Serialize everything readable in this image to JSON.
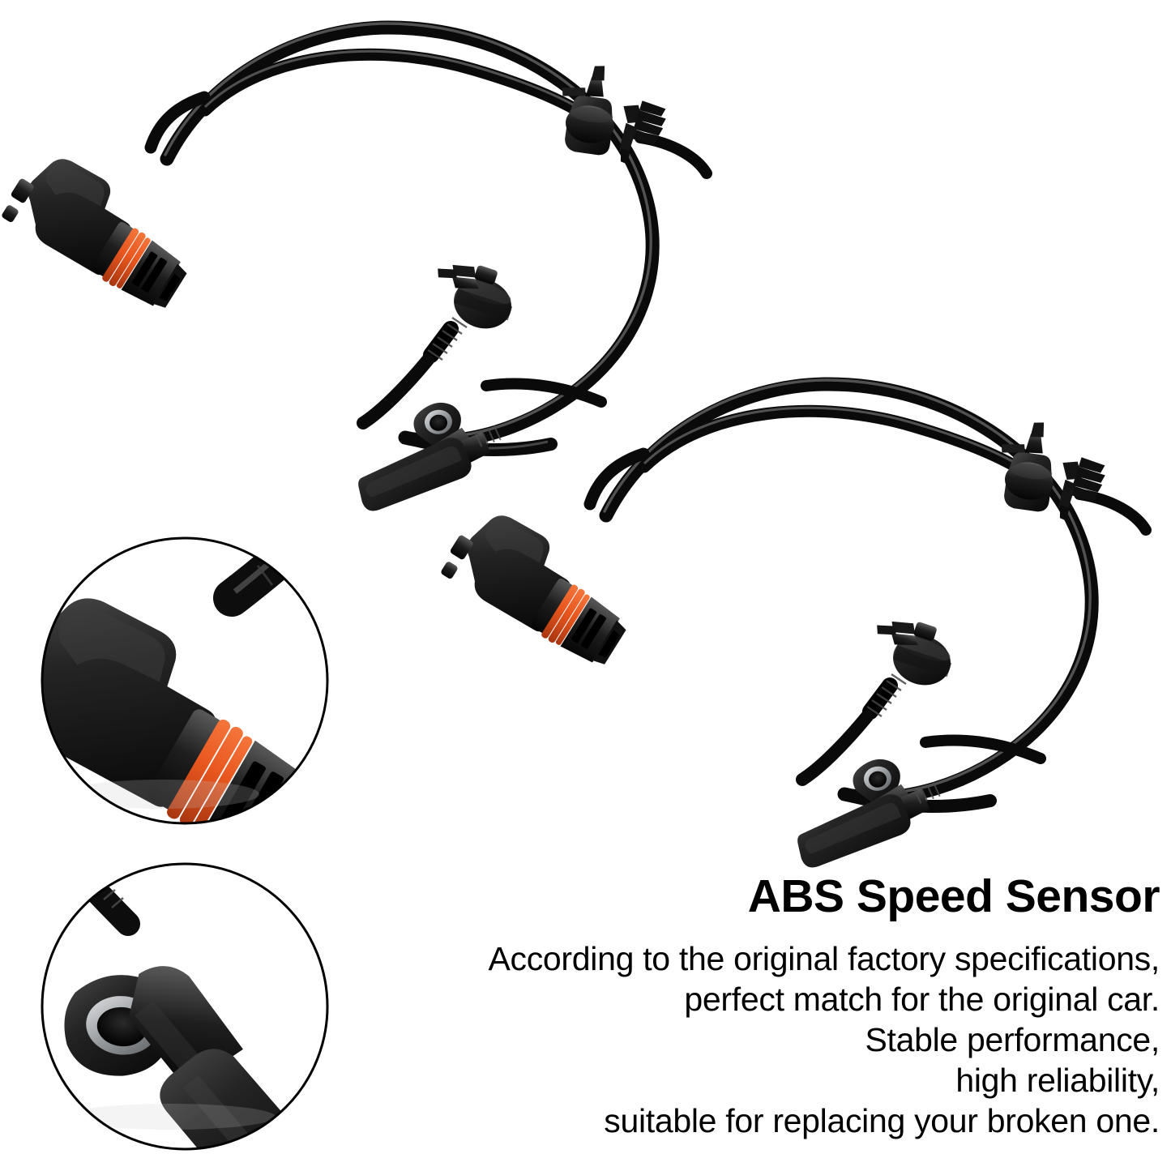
{
  "page": {
    "background_color": "#ffffff",
    "type": "product-listing-image",
    "product_name": "ABS Speed Sensor",
    "quantity_shown": 2
  },
  "heading": {
    "title": "ABS Speed Sensor"
  },
  "description": {
    "lines": [
      "According to the original factory specifications,",
      "perfect match for the original car.",
      "Stable performance,",
      "high reliability,",
      "suitable for replacing your broken one."
    ]
  },
  "colors": {
    "cable_black": "#0c0c0c",
    "body_black": "#1a1a1a",
    "highlight_gray": "#8a8a8a",
    "seal_orange": "#e8561e",
    "seal_orange_dark": "#b53d12",
    "metal_ring": "#b9bcbf",
    "outline_black": "#000000",
    "text_black": "#000000",
    "background": "#ffffff"
  },
  "products": [
    {
      "id": "sensor-assembly-upper",
      "label": "ABS wheel speed sensor assembly",
      "parts": [
        "right-angle electrical connector",
        "orange sealing ring",
        "cable loop",
        "cable clip with fir-tree retainer",
        "rubber grommet with strain relief",
        "sensor head with mounting eyelet"
      ]
    },
    {
      "id": "sensor-assembly-lower",
      "label": "ABS wheel speed sensor assembly",
      "parts": [
        "right-angle electrical connector",
        "orange sealing ring",
        "cable loop",
        "cable clip with fir-tree retainer",
        "rubber grommet with strain relief",
        "sensor head with mounting eyelet"
      ]
    }
  ],
  "detail_callouts": [
    {
      "id": "detail-connector",
      "caption": "",
      "shows": "close-up of connector plug with orange seal ring",
      "shape": "circle"
    },
    {
      "id": "detail-sensor-head",
      "caption": "",
      "shows": "close-up of sensor head with mounting eyelet",
      "shape": "circle"
    }
  ]
}
